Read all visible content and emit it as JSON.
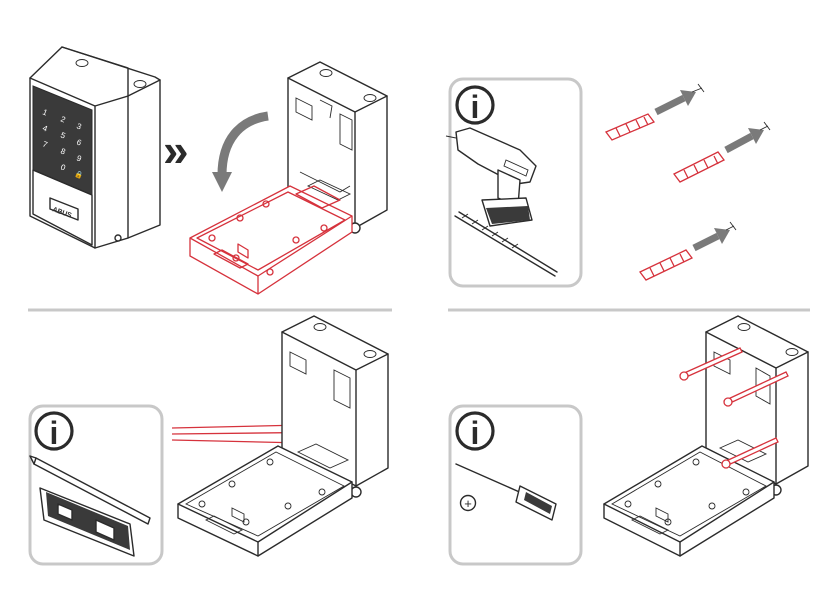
{
  "colors": {
    "ink": "#2b2b2b",
    "accent_red": "#d6323c",
    "frame_gray": "#c8c8c8",
    "arrow_gray": "#7a7a7a",
    "keypad_dark": "#3a3a3a"
  },
  "keypad": {
    "keys": [
      "1",
      "2",
      "3",
      "4",
      "5",
      "6",
      "7",
      "8",
      "9",
      "0",
      "🔒"
    ],
    "brand": "ABUS"
  },
  "icons": {
    "info": "info-icon",
    "next_step": "double-chevron-icon",
    "crosshead": "plus-circle-icon"
  },
  "glyphs": {
    "info": "i",
    "next_step": "»",
    "plus": "+"
  }
}
